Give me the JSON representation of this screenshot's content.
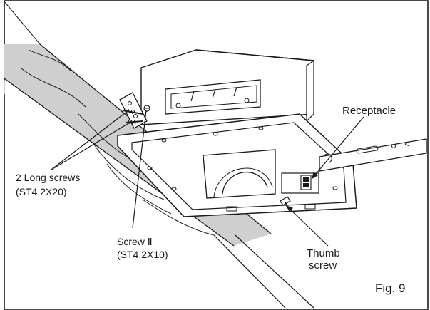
{
  "figure": {
    "caption": "Fig. 9",
    "labels": {
      "receptacle": "Receptacle",
      "long_screws_line1": "2 Long screws",
      "long_screws_line2": "(ST4.2X20)",
      "screw2_line1": "Screw Ⅱ",
      "screw2_line2": "(ST4.2X10)",
      "thumb_line1": "Thumb",
      "thumb_line2": "screw"
    },
    "colors": {
      "ink": "#1a1a1a",
      "beam_shade": "#cfcfcf",
      "background": "#ffffff"
    }
  }
}
